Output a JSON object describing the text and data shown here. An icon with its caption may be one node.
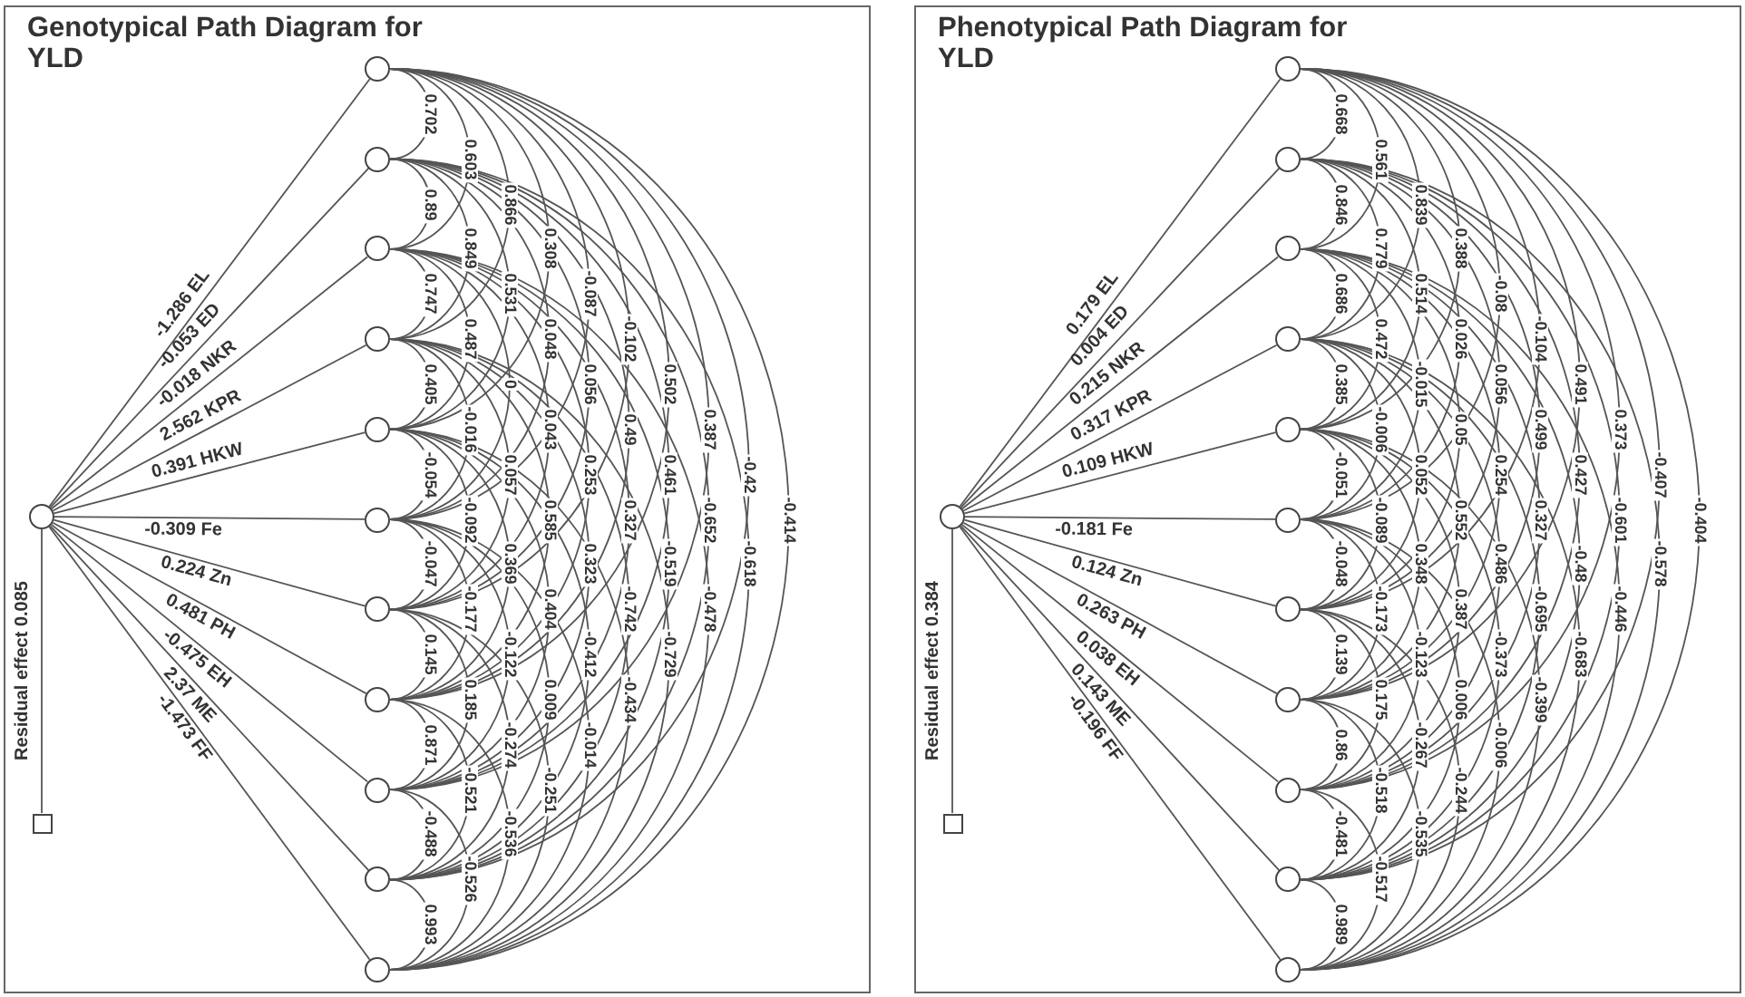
{
  "diagram": {
    "nodes": [
      {
        "text": [
          "Genotypical Path Diagram for YLD"
        ]
      },
      {
        "text": [],
        "shape": "circle",
        "in": 0
      },
      {
        "text": [],
        "shape": "circle",
        "in": 0
      },
      {
        "text": [],
        "shape": "circle",
        "in": 0
      },
      {
        "text": [],
        "shape": "circle",
        "in": 0
      },
      {
        "text": [],
        "shape": "circle",
        "in": 0
      },
      {
        "text": [],
        "shape": "circle",
        "in": 0
      },
      {
        "text": [],
        "shape": "circle",
        "in": 0
      },
      {
        "text": [],
        "shape": "circle",
        "in": 0
      },
      {
        "text": [],
        "shape": "circle",
        "in": 0
      },
      {
        "text": [],
        "shape": "circle",
        "in": 0
      },
      {
        "text": [],
        "shape": "circle",
        "in": 0
      },
      {
        "text": [],
        "shape": "circle",
        "in": 0
      },
      {
        "text": [],
        "shape": "box",
        "in": 0
      },
      {
        "text": [
          "Phenotypical Path Diagram for YLD"
        ]
      },
      {
        "text": [],
        "shape": "circle",
        "in": 14
      },
      {
        "text": [],
        "shape": "circle",
        "in": 14
      },
      {
        "text": [],
        "shape": "circle",
        "in": 14
      },
      {
        "text": [],
        "shape": "circle",
        "in": 14
      },
      {
        "text": [],
        "shape": "circle",
        "in": 14
      },
      {
        "text": [],
        "shape": "circle",
        "in": 14
      },
      {
        "text": [],
        "shape": "circle",
        "in": 14
      },
      {
        "text": [],
        "shape": "circle",
        "in": 14
      },
      {
        "text": [],
        "shape": "circle",
        "in": 14
      },
      {
        "text": [],
        "shape": "circle",
        "in": 14
      },
      {
        "text": [],
        "shape": "circle",
        "in": 14
      },
      {
        "text": [],
        "shape": "circle",
        "in": 14
      },
      {
        "text": [],
        "shape": "box",
        "in": 14
      }
    ],
    "edges": [
      {
        "from": 1,
        "to": 2,
        "arrow": "none",
        "label": "-1.286 EL"
      },
      {
        "from": 1,
        "to": 3,
        "arrow": "none",
        "label": "-0.053 ED"
      },
      {
        "from": 1,
        "to": 4,
        "arrow": "none",
        "label": "-0.018 NKR"
      },
      {
        "from": 1,
        "to": 5,
        "arrow": "none",
        "label": "2.562 KPR"
      },
      {
        "from": 1,
        "to": 6,
        "arrow": "none",
        "label": "0.391 HKW"
      },
      {
        "from": 1,
        "to": 7,
        "arrow": "none",
        "label": "-0.309 Fe"
      },
      {
        "from": 1,
        "to": 8,
        "arrow": "none",
        "label": "0.224 Zn"
      },
      {
        "from": 1,
        "to": 9,
        "arrow": "none",
        "label": "0.481 PH"
      },
      {
        "from": 1,
        "to": 10,
        "arrow": "none",
        "label": "-0.475 EH"
      },
      {
        "from": 1,
        "to": 11,
        "arrow": "none",
        "label": "2.37 ME"
      },
      {
        "from": 1,
        "to": 12,
        "arrow": "none",
        "label": "-1.473 FF"
      },
      {
        "from": 13,
        "to": 1,
        "arrow": "none",
        "label": "Residual effect 0.085"
      },
      {
        "from": 2,
        "to": 3,
        "arrow": "none",
        "label": "0.702"
      },
      {
        "from": 3,
        "to": 4,
        "arrow": "none",
        "label": "0.89"
      },
      {
        "from": 4,
        "to": 5,
        "arrow": "none",
        "label": "0.747"
      },
      {
        "from": 5,
        "to": 6,
        "arrow": "none",
        "label": "0.405"
      },
      {
        "from": 6,
        "to": 7,
        "arrow": "none",
        "label": "-0.054"
      },
      {
        "from": 7,
        "to": 8,
        "arrow": "none",
        "label": "-0.047"
      },
      {
        "from": 8,
        "to": 9,
        "arrow": "none",
        "label": "0.145"
      },
      {
        "from": 9,
        "to": 10,
        "arrow": "none",
        "label": "0.871"
      },
      {
        "from": 10,
        "to": 11,
        "arrow": "none",
        "label": "-0.488"
      },
      {
        "from": 11,
        "to": 12,
        "arrow": "none",
        "label": "0.993"
      },
      {
        "from": 2,
        "to": 4,
        "arrow": "none",
        "label": "0.603"
      },
      {
        "from": 3,
        "to": 5,
        "arrow": "none",
        "label": "0.849"
      },
      {
        "from": 4,
        "to": 6,
        "arrow": "none",
        "label": "0.487"
      },
      {
        "from": 5,
        "to": 7,
        "arrow": "none",
        "label": "-0.016"
      },
      {
        "from": 6,
        "to": 8,
        "arrow": "none",
        "label": "-0.092"
      },
      {
        "from": 7,
        "to": 9,
        "arrow": "none",
        "label": "-0.177"
      },
      {
        "from": 8,
        "to": 10,
        "arrow": "none",
        "label": "0.185"
      },
      {
        "from": 9,
        "to": 11,
        "arrow": "none",
        "label": "-0.521"
      },
      {
        "from": 10,
        "to": 12,
        "arrow": "none",
        "label": "-0.526"
      },
      {
        "from": 2,
        "to": 5,
        "arrow": "none",
        "label": "0.866"
      },
      {
        "from": 3,
        "to": 6,
        "arrow": "none",
        "label": "0.531"
      },
      {
        "from": 4,
        "to": 7,
        "arrow": "none",
        "label": "0"
      },
      {
        "from": 5,
        "to": 8,
        "arrow": "none",
        "label": "0.057"
      },
      {
        "from": 6,
        "to": 9,
        "arrow": "none",
        "label": "0.369"
      },
      {
        "from": 7,
        "to": 10,
        "arrow": "none",
        "label": "-0.122"
      },
      {
        "from": 8,
        "to": 11,
        "arrow": "none",
        "label": "-0.274"
      },
      {
        "from": 9,
        "to": 12,
        "arrow": "none",
        "label": "-0.536"
      },
      {
        "from": 2,
        "to": 6,
        "arrow": "none",
        "label": "0.308"
      },
      {
        "from": 3,
        "to": 7,
        "arrow": "none",
        "label": "0.048"
      },
      {
        "from": 4,
        "to": 8,
        "arrow": "none",
        "label": "0.043"
      },
      {
        "from": 5,
        "to": 9,
        "arrow": "none",
        "label": "0.585"
      },
      {
        "from": 6,
        "to": 10,
        "arrow": "none",
        "label": "0.404"
      },
      {
        "from": 7,
        "to": 11,
        "arrow": "none",
        "label": "0.009"
      },
      {
        "from": 8,
        "to": 12,
        "arrow": "none",
        "label": "-0.251"
      },
      {
        "from": 2,
        "to": 7,
        "arrow": "none",
        "label": "-0.087"
      },
      {
        "from": 3,
        "to": 8,
        "arrow": "none",
        "label": "0.056"
      },
      {
        "from": 4,
        "to": 9,
        "arrow": "none",
        "label": "0.253"
      },
      {
        "from": 5,
        "to": 10,
        "arrow": "none",
        "label": "0.323"
      },
      {
        "from": 6,
        "to": 11,
        "arrow": "none",
        "label": "-0.412"
      },
      {
        "from": 7,
        "to": 12,
        "arrow": "none",
        "label": "-0.014"
      },
      {
        "from": 2,
        "to": 8,
        "arrow": "none",
        "label": "-0.102"
      },
      {
        "from": 3,
        "to": 9,
        "arrow": "none",
        "label": "0.49"
      },
      {
        "from": 4,
        "to": 10,
        "arrow": "none",
        "label": "0.327"
      },
      {
        "from": 5,
        "to": 11,
        "arrow": "none",
        "label": "-0.742"
      },
      {
        "from": 6,
        "to": 12,
        "arrow": "none",
        "label": "-0.434"
      },
      {
        "from": 2,
        "to": 9,
        "arrow": "none",
        "label": "0.502"
      },
      {
        "from": 3,
        "to": 10,
        "arrow": "none",
        "label": "0.461"
      },
      {
        "from": 4,
        "to": 11,
        "arrow": "none",
        "label": "-0.519"
      },
      {
        "from": 5,
        "to": 12,
        "arrow": "none",
        "label": "-0.729"
      },
      {
        "from": 2,
        "to": 10,
        "arrow": "none",
        "label": "0.387"
      },
      {
        "from": 3,
        "to": 11,
        "arrow": "none",
        "label": "-0.652"
      },
      {
        "from": 4,
        "to": 12,
        "arrow": "none",
        "label": "-0.478"
      },
      {
        "from": 2,
        "to": 11,
        "arrow": "none",
        "label": "-0.42"
      },
      {
        "from": 3,
        "to": 12,
        "arrow": "none",
        "label": "-0.618"
      },
      {
        "from": 2,
        "to": 12,
        "arrow": "none",
        "label": "-0.414"
      },
      {
        "from": 15,
        "to": 16,
        "arrow": "none",
        "label": "0.179 EL"
      },
      {
        "from": 15,
        "to": 17,
        "arrow": "none",
        "label": "0.004 ED"
      },
      {
        "from": 15,
        "to": 18,
        "arrow": "none",
        "label": "0.215 NKR"
      },
      {
        "from": 15,
        "to": 19,
        "arrow": "none",
        "label": "0.317 KPR"
      },
      {
        "from": 15,
        "to": 20,
        "arrow": "none",
        "label": "0.109 HKW"
      },
      {
        "from": 15,
        "to": 21,
        "arrow": "none",
        "label": "-0.181 Fe"
      },
      {
        "from": 15,
        "to": 22,
        "arrow": "none",
        "label": "0.124 Zn"
      },
      {
        "from": 15,
        "to": 23,
        "arrow": "none",
        "label": "0.263 PH"
      },
      {
        "from": 15,
        "to": 24,
        "arrow": "none",
        "label": "0.038 EH"
      },
      {
        "from": 15,
        "to": 25,
        "arrow": "none",
        "label": "0.143 ME"
      },
      {
        "from": 15,
        "to": 26,
        "arrow": "none",
        "label": "-0.196 FF"
      },
      {
        "from": 27,
        "to": 15,
        "arrow": "none",
        "label": "Residual effect 0.384"
      },
      {
        "from": 16,
        "to": 17,
        "arrow": "none",
        "label": "0.668"
      },
      {
        "from": 17,
        "to": 18,
        "arrow": "none",
        "label": "0.846"
      },
      {
        "from": 18,
        "to": 19,
        "arrow": "none",
        "label": "0.686"
      },
      {
        "from": 19,
        "to": 20,
        "arrow": "none",
        "label": "0.385"
      },
      {
        "from": 20,
        "to": 21,
        "arrow": "none",
        "label": "-0.051"
      },
      {
        "from": 21,
        "to": 22,
        "arrow": "none",
        "label": "-0.048"
      },
      {
        "from": 22,
        "to": 23,
        "arrow": "none",
        "label": "0.139"
      },
      {
        "from": 23,
        "to": 24,
        "arrow": "none",
        "label": "0.86"
      },
      {
        "from": 24,
        "to": 25,
        "arrow": "none",
        "label": "-0.481"
      },
      {
        "from": 25,
        "to": 26,
        "arrow": "none",
        "label": "0.989"
      },
      {
        "from": 16,
        "to": 18,
        "arrow": "none",
        "label": "0.561"
      },
      {
        "from": 17,
        "to": 19,
        "arrow": "none",
        "label": "0.779"
      },
      {
        "from": 18,
        "to": 20,
        "arrow": "none",
        "label": "0.472"
      },
      {
        "from": 19,
        "to": 21,
        "arrow": "none",
        "label": "-0.006"
      },
      {
        "from": 20,
        "to": 22,
        "arrow": "none",
        "label": "-0.089"
      },
      {
        "from": 21,
        "to": 23,
        "arrow": "none",
        "label": "-0.173"
      },
      {
        "from": 22,
        "to": 24,
        "arrow": "none",
        "label": "0.175"
      },
      {
        "from": 23,
        "to": 25,
        "arrow": "none",
        "label": "-0.518"
      },
      {
        "from": 24,
        "to": 26,
        "arrow": "none",
        "label": "-0.517"
      },
      {
        "from": 16,
        "to": 19,
        "arrow": "none",
        "label": "0.839"
      },
      {
        "from": 17,
        "to": 20,
        "arrow": "none",
        "label": "0.514"
      },
      {
        "from": 18,
        "to": 21,
        "arrow": "none",
        "label": "-0.015"
      },
      {
        "from": 19,
        "to": 22,
        "arrow": "none",
        "label": "0.052"
      },
      {
        "from": 20,
        "to": 23,
        "arrow": "none",
        "label": "0.348"
      },
      {
        "from": 21,
        "to": 24,
        "arrow": "none",
        "label": "-0.123"
      },
      {
        "from": 22,
        "to": 25,
        "arrow": "none",
        "label": "-0.267"
      },
      {
        "from": 23,
        "to": 26,
        "arrow": "none",
        "label": "-0.535"
      },
      {
        "from": 16,
        "to": 20,
        "arrow": "none",
        "label": "0.388"
      },
      {
        "from": 17,
        "to": 21,
        "arrow": "none",
        "label": "0.026"
      },
      {
        "from": 18,
        "to": 22,
        "arrow": "none",
        "label": "0.05"
      },
      {
        "from": 19,
        "to": 23,
        "arrow": "none",
        "label": "0.552"
      },
      {
        "from": 20,
        "to": 24,
        "arrow": "none",
        "label": "0.387"
      },
      {
        "from": 21,
        "to": 25,
        "arrow": "none",
        "label": "0.006"
      },
      {
        "from": 22,
        "to": 26,
        "arrow": "none",
        "label": "-0.244"
      },
      {
        "from": 16,
        "to": 21,
        "arrow": "none",
        "label": "-0.08"
      },
      {
        "from": 17,
        "to": 22,
        "arrow": "none",
        "label": "0.056"
      },
      {
        "from": 18,
        "to": 23,
        "arrow": "none",
        "label": "0.254"
      },
      {
        "from": 19,
        "to": 24,
        "arrow": "none",
        "label": "0.486"
      },
      {
        "from": 20,
        "to": 25,
        "arrow": "none",
        "label": "-0.373"
      },
      {
        "from": 21,
        "to": 26,
        "arrow": "none",
        "label": "-0.006"
      },
      {
        "from": 16,
        "to": 22,
        "arrow": "none",
        "label": "-0.104"
      },
      {
        "from": 17,
        "to": 23,
        "arrow": "none",
        "label": "0.499"
      },
      {
        "from": 18,
        "to": 24,
        "arrow": "none",
        "label": "0.327"
      },
      {
        "from": 19,
        "to": 25,
        "arrow": "none",
        "label": "-0.695"
      },
      {
        "from": 20,
        "to": 26,
        "arrow": "none",
        "label": "-0.399"
      },
      {
        "from": 16,
        "to": 23,
        "arrow": "none",
        "label": "0.491"
      },
      {
        "from": 17,
        "to": 24,
        "arrow": "none",
        "label": "0.427"
      },
      {
        "from": 18,
        "to": 25,
        "arrow": "none",
        "label": "-0.48"
      },
      {
        "from": 19,
        "to": 26,
        "arrow": "none",
        "label": "-0.683"
      },
      {
        "from": 16,
        "to": 24,
        "arrow": "none",
        "label": "0.373"
      },
      {
        "from": 17,
        "to": 25,
        "arrow": "none",
        "label": "-0.601"
      },
      {
        "from": 18,
        "to": 26,
        "arrow": "none",
        "label": "-0.446"
      },
      {
        "from": 16,
        "to": 25,
        "arrow": "none",
        "label": "-0.407"
      },
      {
        "from": 17,
        "to": 26,
        "arrow": "none",
        "label": "-0.578"
      },
      {
        "from": 16,
        "to": 26,
        "arrow": "none",
        "label": "-0.404"
      }
    ]
  }
}
